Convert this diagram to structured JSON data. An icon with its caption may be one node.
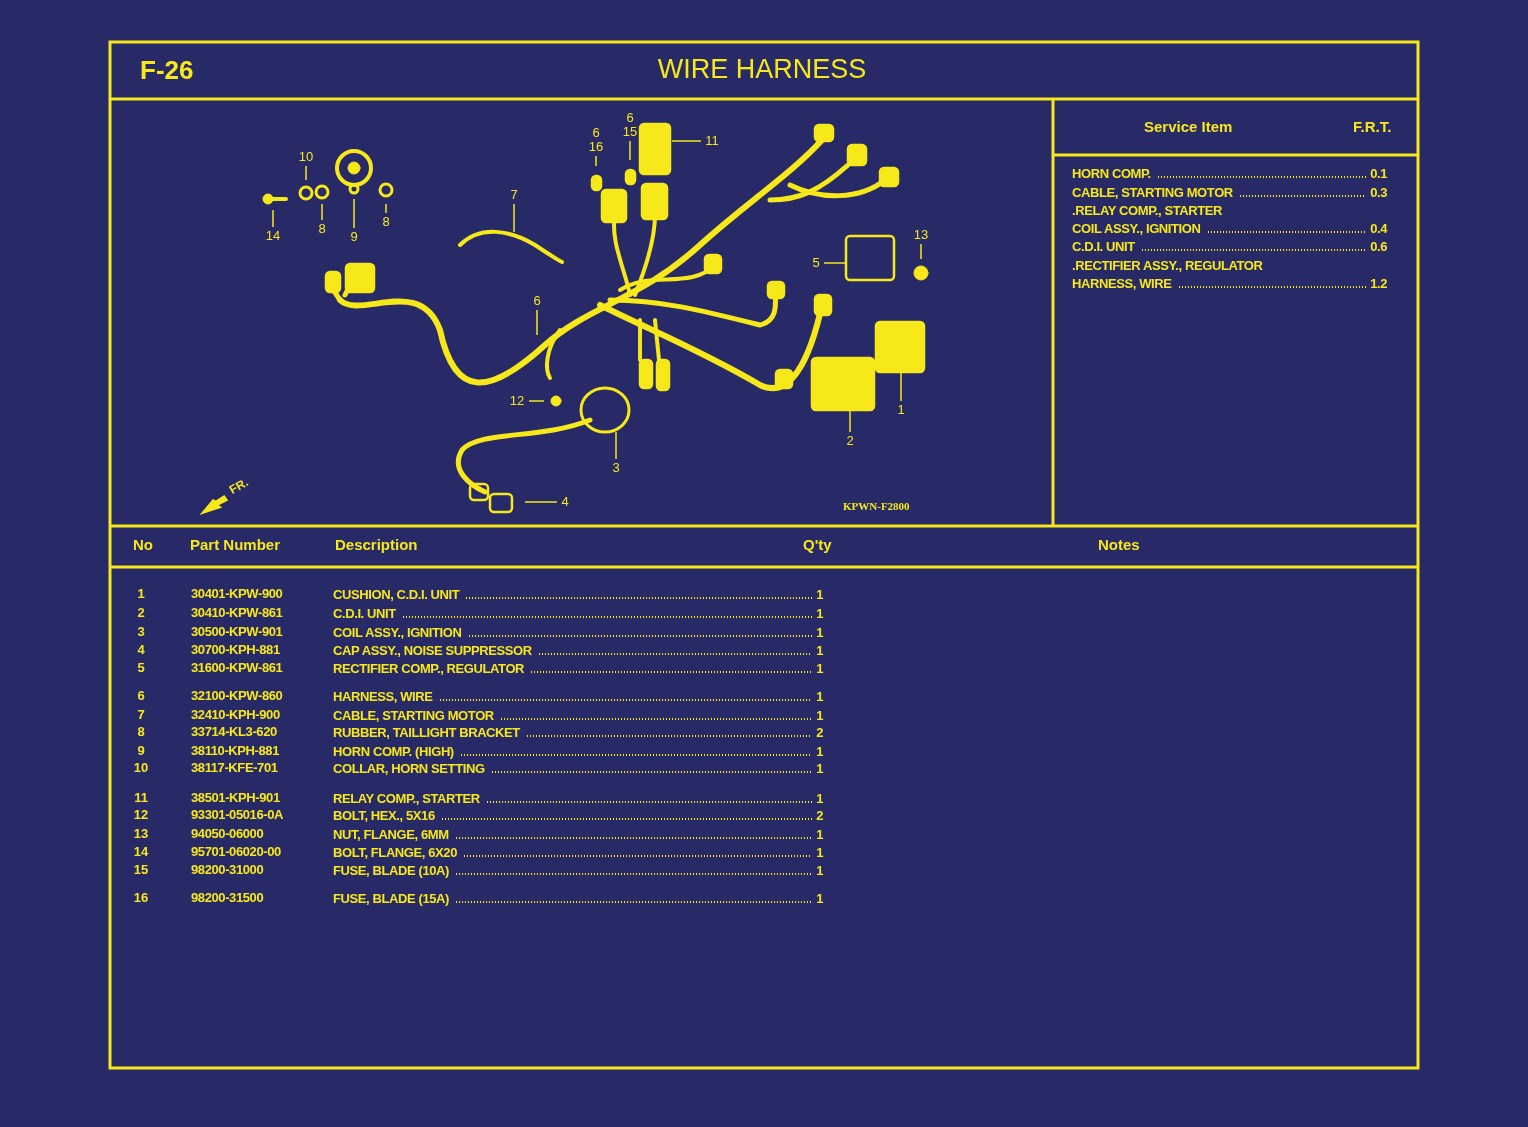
{
  "diagram": {
    "title": "WIRE HARNESS",
    "nodes": [
      {
        "text": [
          "10"
        ]
      },
      {
        "text": [
          "14"
        ]
      },
      {
        "text": [
          "8"
        ]
      },
      {
        "text": [
          "9"
        ]
      },
      {
        "text": [
          "8"
        ]
      },
      {
        "text": [
          "7"
        ]
      },
      {
        "text": [
          "6"
        ]
      },
      {
        "text": [
          "12"
        ]
      },
      {
        "text": [
          "4"
        ]
      },
      {
        "text": [
          "3"
        ]
      },
      {
        "text": [
          "6",
          "16"
        ]
      },
      {
        "text": [
          "6",
          "15"
        ]
      },
      {
        "text": [
          "11"
        ]
      },
      {
        "text": [
          "5"
        ]
      },
      {
        "text": [
          "13"
        ]
      },
      {
        "text": [
          "2"
        ]
      },
      {
        "text": [
          "1"
        ]
      }
    ],
    "edges": [
      {
        "from": 0,
        "to": null,
        "arrow": "none"
      },
      {
        "from": 1,
        "to": null,
        "arrow": "none"
      },
      {
        "from": 2,
        "to": null,
        "arrow": "none"
      },
      {
        "from": 3,
        "to": null,
        "arrow": "none"
      },
      {
        "from": 4,
        "to": null,
        "arrow": "none"
      },
      {
        "from": 5,
        "to": null,
        "arrow": "none"
      },
      {
        "from": 6,
        "to": null,
        "arrow": "none"
      },
      {
        "from": 7,
        "to": null,
        "arrow": "none"
      },
      {
        "from": 8,
        "to": null,
        "arrow": "none"
      },
      {
        "from": 9,
        "to": null,
        "arrow": "none"
      },
      {
        "from": 10,
        "to": null,
        "arrow": "none"
      },
      {
        "from": 11,
        "to": null,
        "arrow": "none"
      },
      {
        "from": 12,
        "to": null,
        "arrow": "none"
      },
      {
        "from": 13,
        "to": null,
        "arrow": "none"
      },
      {
        "from": 14,
        "to": null,
        "arrow": "none"
      },
      {
        "from": 15,
        "to": null,
        "arrow": "none"
      },
      {
        "from": 16,
        "to": null,
        "arrow": "none"
      }
    ],
    "labels": [
      "F-26",
      "Service Item",
      "F.R.T.",
      "HORN COMP.",
      "0.1",
      "CABLE, STARTING MOTOR",
      "0.3",
      ".RELAY COMP., STARTER",
      "COIL ASSY., IGNITION",
      "0.4",
      "C.D.I. UNIT",
      "0.6",
      ".RECTIFIER ASSY., REGULATOR",
      "HARNESS, WIRE",
      "1.2",
      "FR.",
      "KPWN-F2800",
      "No",
      "Part Number",
      "Description",
      "Q'ty",
      "Notes",
      "1",
      "30401-KPW-900",
      "CUSHION, C.D.I. UNIT",
      "1",
      "2",
      "30410-KPW-861",
      "C.D.I. UNIT",
      "1",
      "3",
      "30500-KPW-901",
      "COIL ASSY., IGNITION",
      "1",
      "4",
      "30700-KPH-881",
      "CAP ASSY., NOISE SUPPRESSOR",
      "1",
      "5",
      "31600-KPW-861",
      "RECTIFIER COMP., REGULATOR",
      "1",
      "6",
      "32100-KPW-860",
      "HARNESS, WIRE",
      "1",
      "7",
      "32410-KPH-900",
      "CABLE, STARTING MOTOR",
      "1",
      "8",
      "33714-KL3-620",
      "RUBBER, TAILLIGHT BRACKET",
      "2",
      "9",
      "38110-KPH-881",
      "HORN COMP. (HIGH)",
      "1",
      "10",
      "38117-KFE-701",
      "COLLAR, HORN SETTING",
      "1",
      "11",
      "38501-KPH-901",
      "RELAY COMP., STARTER",
      "1",
      "12",
      "93301-05016-0A",
      "BOLT, HEX., 5X16",
      "2",
      "13",
      "94050-06000",
      "NUT, FLANGE, 6MM",
      "1",
      "14",
      "95701-06020-00",
      "BOLT, FLANGE, 6X20",
      "1",
      "15",
      "98200-31000",
      "FUSE, BLADE (10A)",
      "1",
      "16",
      "98200-31500",
      "FUSE, BLADE (15A)",
      "1"
    ]
  }
}
